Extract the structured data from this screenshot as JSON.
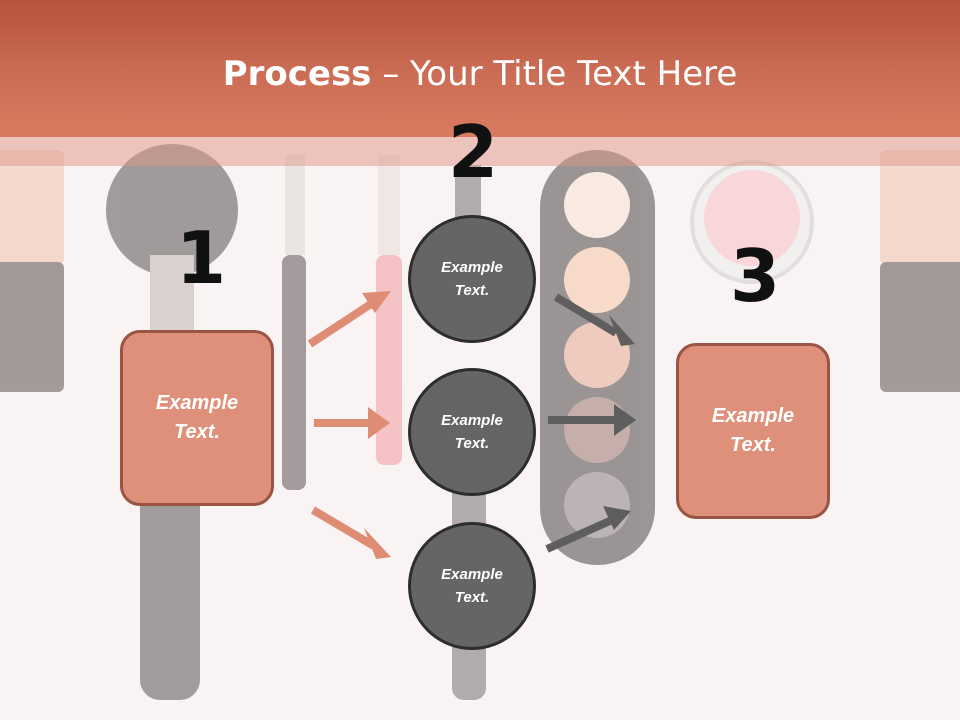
{
  "title": {
    "bold": "Process",
    "rest": " – Your Title Text Here"
  },
  "steps": [
    "1",
    "2",
    "3"
  ],
  "left_box": {
    "text": "Example Text."
  },
  "circles": [
    {
      "text": "Example Text."
    },
    {
      "text": "Example Text."
    },
    {
      "text": "Example Text."
    }
  ],
  "right_box": {
    "text": "Example Text."
  },
  "colors": {
    "header": "#cc6d55",
    "box_fill": "#de907a",
    "box_border": "#9a5444",
    "circle_fill": "#656565",
    "circle_border": "#2d2d2d",
    "arrow_salmon": "#df8c74",
    "arrow_gray": "#5e5e5e"
  }
}
